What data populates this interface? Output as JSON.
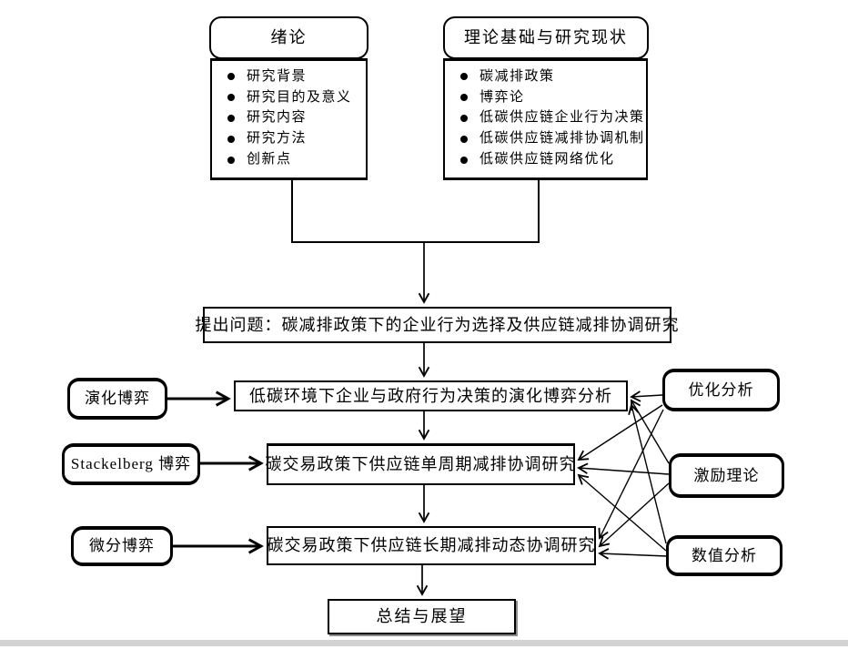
{
  "canvas": {
    "background": "#ffffff",
    "line_color": "#000000",
    "footer_bar_color": "#d2d2d2"
  },
  "columns": {
    "intro": {
      "title": "绪论",
      "items": [
        "研究背景",
        "研究目的及意义",
        "研究内容",
        "研究方法",
        "创新点"
      ]
    },
    "theory": {
      "title": "理论基础与研究现状",
      "items": [
        "碳减排政策",
        "博弈论",
        "低碳供应链企业行为决策",
        "低碳供应链减排协调机制",
        "低碳供应链网络优化"
      ]
    }
  },
  "problem": {
    "label": "提出问题：碳减排政策下的企业行为选择及供应链减排协调研究"
  },
  "studies": [
    {
      "label": "低碳环境下企业与政府行为决策的演化博弈分析"
    },
    {
      "label": "碳交易政策下供应链单周期减排协调研究"
    },
    {
      "label": "碳交易政策下供应链长期减排动态协调研究"
    }
  ],
  "methods_left": [
    {
      "label": "演化博弈"
    },
    {
      "label": "Stackelberg 博弈"
    },
    {
      "label": "微分博弈"
    }
  ],
  "tools_right": [
    {
      "label": "优化分析"
    },
    {
      "label": "激励理论"
    },
    {
      "label": "数值分析"
    }
  ],
  "summary": {
    "label": "总结与展望"
  }
}
